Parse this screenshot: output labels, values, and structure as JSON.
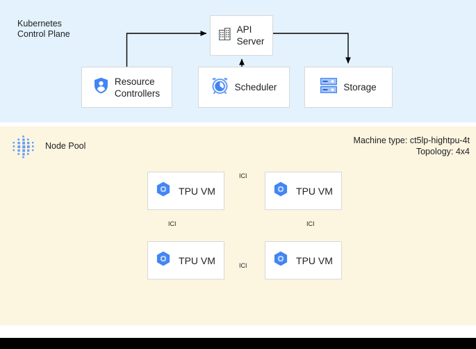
{
  "control_plane": {
    "title": "Kubernetes\nControl Plane",
    "background_color": "#e3f2fd",
    "nodes": [
      {
        "id": "api-server",
        "label": "API\nServer",
        "icon": "building-icon",
        "icon_color": "#5f6368"
      },
      {
        "id": "resource-controllers",
        "label": "Resource\nControllers",
        "icon": "shield-user-icon",
        "icon_color": "#4285f4"
      },
      {
        "id": "scheduler",
        "label": "Scheduler",
        "icon": "alarm-clock-icon",
        "icon_color": "#4285f4"
      },
      {
        "id": "storage",
        "label": "Storage",
        "icon": "server-rack-icon",
        "icon_color": "#4285f4"
      }
    ]
  },
  "node_pool": {
    "title": "Node Pool",
    "icon": "dot-grid-icon",
    "background_color": "#fcf5e0",
    "machine_type": "Machine type: ct5lp-hightpu-4t",
    "topology": "Topology: 4x4",
    "tpu_vms": [
      {
        "id": "tpu-vm-0",
        "label": "TPU VM",
        "icon": "tpu-hexagon-icon"
      },
      {
        "id": "tpu-vm-1",
        "label": "TPU VM",
        "icon": "tpu-hexagon-icon"
      },
      {
        "id": "tpu-vm-2",
        "label": "TPU VM",
        "icon": "tpu-hexagon-icon"
      },
      {
        "id": "tpu-vm-3",
        "label": "TPU VM",
        "icon": "tpu-hexagon-icon"
      }
    ],
    "interconnects": [
      {
        "id": "ici-top",
        "label": "ICI",
        "from": "tpu-vm-0",
        "to": "tpu-vm-1",
        "direction": "bidirectional"
      },
      {
        "id": "ici-left",
        "label": "ICI",
        "from": "tpu-vm-0",
        "to": "tpu-vm-2",
        "direction": "bidirectional"
      },
      {
        "id": "ici-right",
        "label": "ICI",
        "from": "tpu-vm-1",
        "to": "tpu-vm-3",
        "direction": "bidirectional"
      },
      {
        "id": "ici-bottom",
        "label": "ICI",
        "from": "tpu-vm-2",
        "to": "tpu-vm-3",
        "direction": "bidirectional"
      }
    ]
  },
  "connections": [
    {
      "id": "controllers-to-api",
      "from": "resource-controllers",
      "to": "api-server",
      "direction": "one-way"
    },
    {
      "id": "scheduler-to-api",
      "from": "scheduler",
      "to": "api-server",
      "direction": "one-way"
    },
    {
      "id": "api-to-storage",
      "from": "api-server",
      "to": "storage",
      "direction": "one-way"
    }
  ],
  "colors": {
    "accent_blue": "#4285f4",
    "panel_blue": "#e3f2fd",
    "panel_cream": "#fcf5e0",
    "text": "#202124",
    "line": "#000000",
    "bottom_bar": "#000000"
  }
}
